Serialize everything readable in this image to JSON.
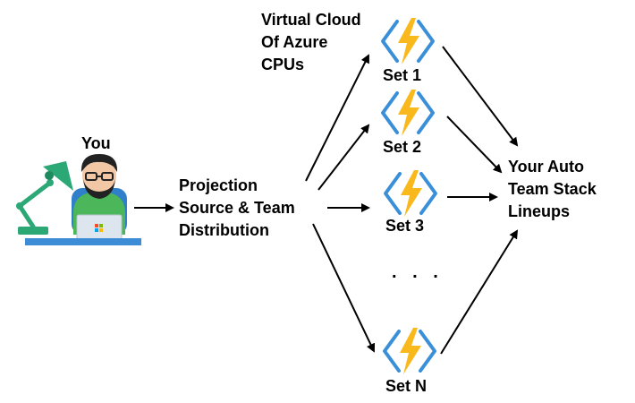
{
  "you": {
    "label": "You"
  },
  "distribution": {
    "lines": [
      "Projection",
      "Source & Team",
      "Distribution"
    ]
  },
  "cloud": {
    "lines": [
      "Virtual Cloud",
      "Of Azure",
      "CPUs"
    ]
  },
  "sets": [
    {
      "label": "Set 1",
      "icon": "azure-functions-icon"
    },
    {
      "label": "Set 2",
      "icon": "azure-functions-icon"
    },
    {
      "label": "Set 3",
      "icon": "azure-functions-icon"
    },
    {
      "label": "Set N",
      "icon": "azure-functions-icon"
    }
  ],
  "ellipsis": ". . .",
  "output": {
    "lines": [
      "Your Auto",
      "Team Stack",
      "Lineups"
    ]
  },
  "colors": {
    "bolt": "#F9B81B",
    "bracket": "#3A8FD9",
    "lamp": "#2BA876",
    "shirt": "#4CB75A",
    "desk": "#3C8DD6",
    "laptop": "#DDE5EE",
    "arrow": "#000000"
  }
}
